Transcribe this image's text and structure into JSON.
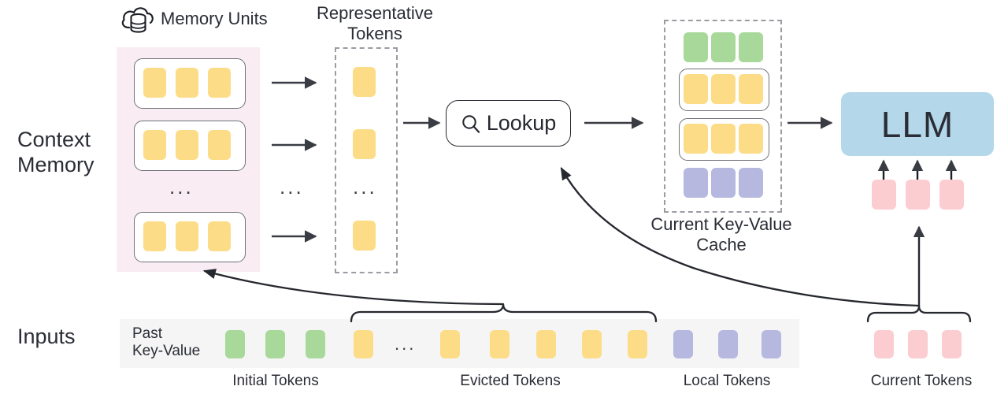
{
  "figure": {
    "title": "Context memory lookup architecture for LLM key-value cache",
    "colors": {
      "token_yellow": "#fcdc86",
      "token_green": "#a8d99a",
      "token_purple": "#b6b8e0",
      "token_pink": "#fbcdd1",
      "context_memory_panel": "#f9ecf3",
      "llm_box": "#b4d8ea",
      "inputs_band": "#f4f5f4",
      "stroke_dark": "#26282f",
      "stroke_dashed": "#9a9ca3"
    }
  },
  "row_labels": {
    "context_memory": "Context\nMemory",
    "inputs": "Inputs"
  },
  "memory_units": {
    "icon": "cloud-database-icon",
    "label": "Memory Units",
    "unit_count_shown": 3,
    "tokens_per_unit": 3,
    "token_color": "token_yellow",
    "ellipsis": "..."
  },
  "representative_tokens": {
    "label": "Representative\nTokens",
    "tokens_shown": 3,
    "token_color": "token_yellow",
    "ellipsis": "...",
    "between_ellipsis": "..."
  },
  "lookup": {
    "icon": "search-icon",
    "label": "Lookup"
  },
  "kv_cache": {
    "label": "Current Key-Value\nCache",
    "rows": [
      {
        "name": "initial-tokens-row",
        "color": "token_green",
        "count": 3,
        "boxed": false
      },
      {
        "name": "retrieved-unit-row-1",
        "color": "token_yellow",
        "count": 3,
        "boxed": true
      },
      {
        "name": "retrieved-unit-row-2",
        "color": "token_yellow",
        "count": 3,
        "boxed": true
      },
      {
        "name": "local-tokens-row",
        "color": "token_purple",
        "count": 3,
        "boxed": false
      }
    ]
  },
  "llm": {
    "label": "LLM",
    "input_tokens": {
      "count": 3,
      "color": "token_pink"
    }
  },
  "inputs": {
    "band_label": "Past\nKey-Value",
    "groups": [
      {
        "name": "initial-tokens",
        "label": "Initial Tokens",
        "count": 3,
        "color": "token_green"
      },
      {
        "name": "evicted-tokens",
        "label": "Evicted Tokens",
        "count": 7,
        "color": "token_yellow",
        "ellipsis": "..."
      },
      {
        "name": "local-tokens",
        "label": "Local Tokens",
        "count": 3,
        "color": "token_purple"
      },
      {
        "name": "current-tokens",
        "label": "Current Tokens",
        "count": 3,
        "color": "token_pink"
      }
    ]
  },
  "flows": [
    {
      "from": "memory-unit-1",
      "to": "representative-token-1",
      "type": "straight-arrow"
    },
    {
      "from": "memory-unit-2",
      "to": "representative-token-2",
      "type": "straight-arrow"
    },
    {
      "from": "memory-unit-3",
      "to": "representative-token-3",
      "type": "straight-arrow"
    },
    {
      "from": "representative-tokens",
      "to": "lookup",
      "type": "straight-arrow"
    },
    {
      "from": "lookup",
      "to": "kv-cache",
      "type": "straight-arrow"
    },
    {
      "from": "kv-cache",
      "to": "llm",
      "type": "straight-arrow"
    },
    {
      "from": "evicted-tokens-brace",
      "to": "context-memory",
      "type": "curved-arrow"
    },
    {
      "from": "current-tokens-brace",
      "to": "lookup",
      "type": "curved-arrow"
    },
    {
      "from": "current-tokens",
      "to": "llm-inputs",
      "type": "straight-arrow-up"
    }
  ]
}
